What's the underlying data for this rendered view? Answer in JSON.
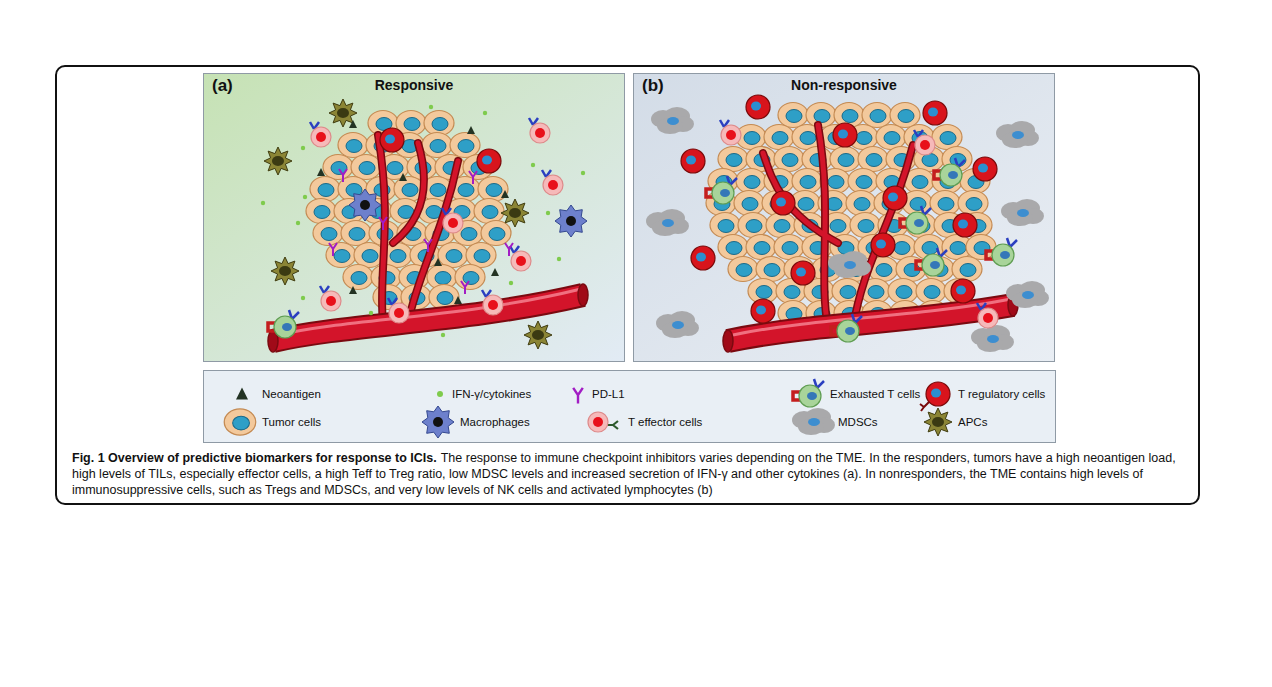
{
  "diagram": {
    "title": "Fig. 1 Overview of predictive biomarkers for response to ICIs.",
    "caption": "The response to immune checkpoint inhibitors varies depending on the TME. In the responders, tumors have a high neoantigen load, high levels of TILs, especially effector cells, a high Teff to Treg ratio, low MDSC levels and increased secretion of IFN-γ and other cytokines (a). In nonresponders, the TME contains high levels of immunosuppressive cells, such as Tregs and MDSCs, and very low levels of NK cells and activated lymphocytes (b)",
    "nodes": [
      {
        "text": [
          "(a)",
          "Responsive"
        ]
      },
      {
        "text": [
          "(b)",
          "Non-responsive"
        ]
      }
    ],
    "legend": [
      {
        "text": "Neoantigen"
      },
      {
        "text": "IFN-γ/cytokines"
      },
      {
        "text": "PD-L1"
      },
      {
        "text": "Exhausted T cells"
      },
      {
        "text": "T regulatory cells"
      },
      {
        "text": "Tumor cells"
      },
      {
        "text": "Macrophages"
      },
      {
        "text": "T effector cells"
      },
      {
        "text": "MDSCs"
      },
      {
        "text": "APCs"
      }
    ]
  }
}
